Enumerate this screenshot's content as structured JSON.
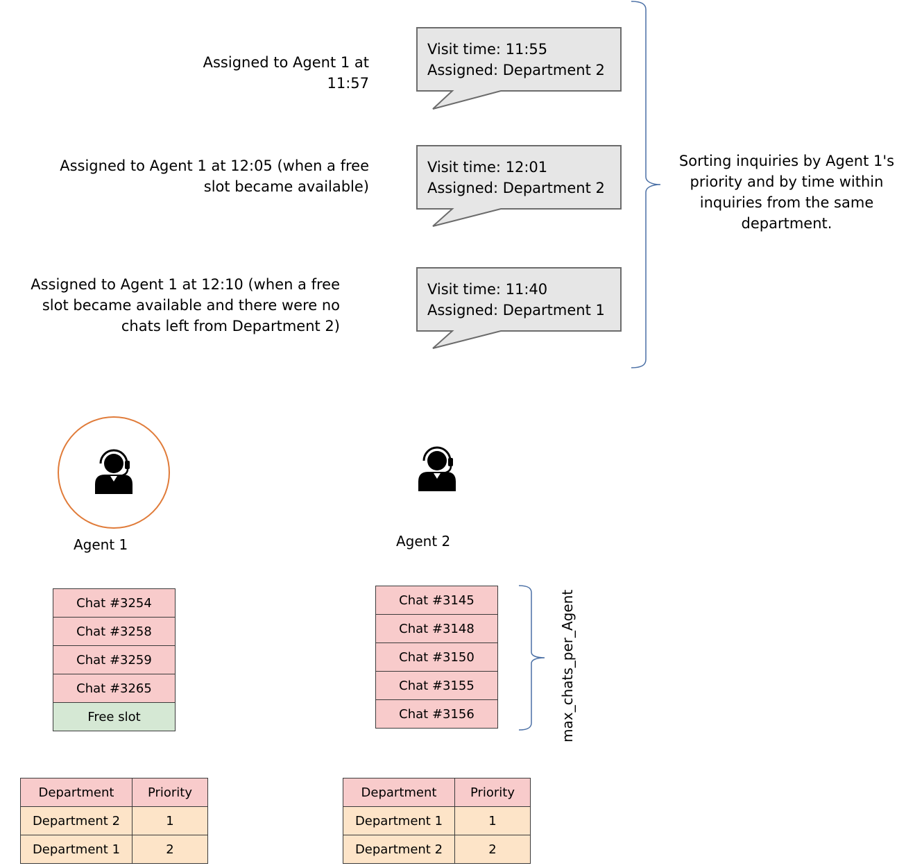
{
  "notes": [
    "Assigned to Agent 1 at 11:57",
    "Assigned to Agent 1 at 12:05 (when a free slot became available)",
    "Assigned to Agent 1 at 12:10 (when a free slot became available and there were no chats left from Department 2)"
  ],
  "inquiries": [
    {
      "visit": "Visit time: 11:55",
      "assigned": "Assigned: Department 2"
    },
    {
      "visit": "Visit time: 12:01",
      "assigned": "Assigned: Department 2"
    },
    {
      "visit": "Visit time: 11:40",
      "assigned": "Assigned: Department 1"
    }
  ],
  "sorting_note": "Sorting inquiries by Agent 1's priority and by time within inquiries from the same department.",
  "agents": [
    {
      "name": "Agent 1",
      "highlighted": true,
      "icon": "agent-headset-icon",
      "slots": [
        {
          "label": "Chat #3254",
          "state": "busy"
        },
        {
          "label": "Chat #3258",
          "state": "busy"
        },
        {
          "label": "Chat #3259",
          "state": "busy"
        },
        {
          "label": "Chat #3265",
          "state": "busy"
        },
        {
          "label": "Free slot",
          "state": "free"
        }
      ],
      "priority_table": {
        "headers": [
          "Department",
          "Priority"
        ],
        "rows": [
          [
            "Department 2",
            "1"
          ],
          [
            "Department 1",
            "2"
          ]
        ]
      }
    },
    {
      "name": "Agent 2",
      "highlighted": false,
      "icon": "agent-headset-icon",
      "slots": [
        {
          "label": "Chat #3145",
          "state": "busy"
        },
        {
          "label": "Chat #3148",
          "state": "busy"
        },
        {
          "label": "Chat #3150",
          "state": "busy"
        },
        {
          "label": "Chat #3155",
          "state": "busy"
        },
        {
          "label": "Chat #3156",
          "state": "busy"
        }
      ],
      "priority_table": {
        "headers": [
          "Department",
          "Priority"
        ],
        "rows": [
          [
            "Department 1",
            "1"
          ],
          [
            "Department 2",
            "2"
          ]
        ]
      }
    }
  ],
  "max_label": "max_chats_per_Agent",
  "colors": {
    "busy": "#f8cbcb",
    "free": "#d5e8d4",
    "priority_row": "#fde4c8",
    "callout_fill": "#e6e6e6",
    "callout_stroke": "#6b6b6b",
    "bracket": "#4a6fa5",
    "agent_ring": "#e07b39"
  }
}
